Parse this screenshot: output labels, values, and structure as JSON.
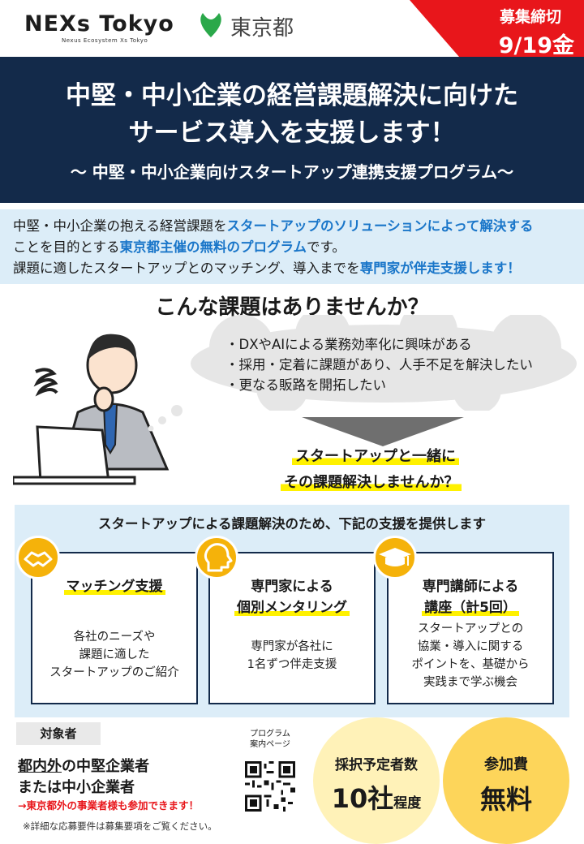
{
  "header": {
    "logo_text": "NEXs Tokyo",
    "logo_subtitle": "Nexus Ecosystem Xs Tokyo",
    "tokyo_logo_text": "東京都",
    "deadline_label": "募集締切",
    "deadline_date": "9/19金"
  },
  "banner": {
    "title_line1": "中堅・中小企業の経営課題解決に向けた",
    "title_line2": "サービス導入を支援します！",
    "subtitle": "〜 中堅・中小企業向けスタートアップ連携支援プログラム〜"
  },
  "intro": {
    "l1_a": "中堅・中小企業の抱える経営課題を",
    "l1_b": "スタートアップのソリューションによって解決する",
    "l2_a": "ことを目的とする",
    "l2_b": "東京都主催の無料のプログラム",
    "l2_c": "です。",
    "l3_a": "課題に適したスタートアップとのマッチング、導入までを",
    "l3_b": "専門家が伴走支援します！"
  },
  "question": "こんな課題はありませんか？",
  "issues": [
    "DXやAIによる業務効率化に興味がある",
    "採用・定着に課題があり、人手不足を解決したい",
    "更なる販路を開拓したい"
  ],
  "solve": {
    "line1": "スタートアップと一緒に",
    "line2": "その課題解決しませんか？"
  },
  "support": {
    "title": "スタートアップによる課題解決のため、下記の支援を提供します",
    "cards": [
      {
        "title_l1": "マッチング支援",
        "title_l2": "",
        "body": [
          "各社のニーズや",
          "課題に適した",
          "スタートアップのご紹介"
        ],
        "icon": "handshake-icon"
      },
      {
        "title_l1": "専門家による",
        "title_l2": "個別メンタリング",
        "body": [
          "専門家が各社に",
          "1名ずつ伴走支援"
        ],
        "icon": "head-icon"
      },
      {
        "title_l1": "専門講師による",
        "title_l2": "講座（計5回）",
        "body": [
          "スタートアップとの",
          "協業・導入に関する",
          "ポイントを、基礎から",
          "実践まで学ぶ機会"
        ],
        "icon": "graduation-cap-icon"
      }
    ]
  },
  "target": {
    "label": "対象者",
    "line1_a": "都内外",
    "line1_b": "の中堅企業者",
    "line2": "または中小企業者",
    "note": "→東京都外の事業者様も参加できます！"
  },
  "qr_label": [
    "プログラム",
    "案内ページ"
  ],
  "adoption": {
    "label": "採択予定者数",
    "number": "10社",
    "suffix": "程度"
  },
  "fee": {
    "label": "参加費",
    "value": "無料"
  },
  "footnote": "※詳細な応募要件は募集要項をご覧ください。",
  "colors": {
    "navy": "#132a4a",
    "red": "#e8161b",
    "blue": "#1a76c9",
    "light_blue": "#dcedf8",
    "yellow": "#fff100",
    "orange": "#f5b20a"
  }
}
